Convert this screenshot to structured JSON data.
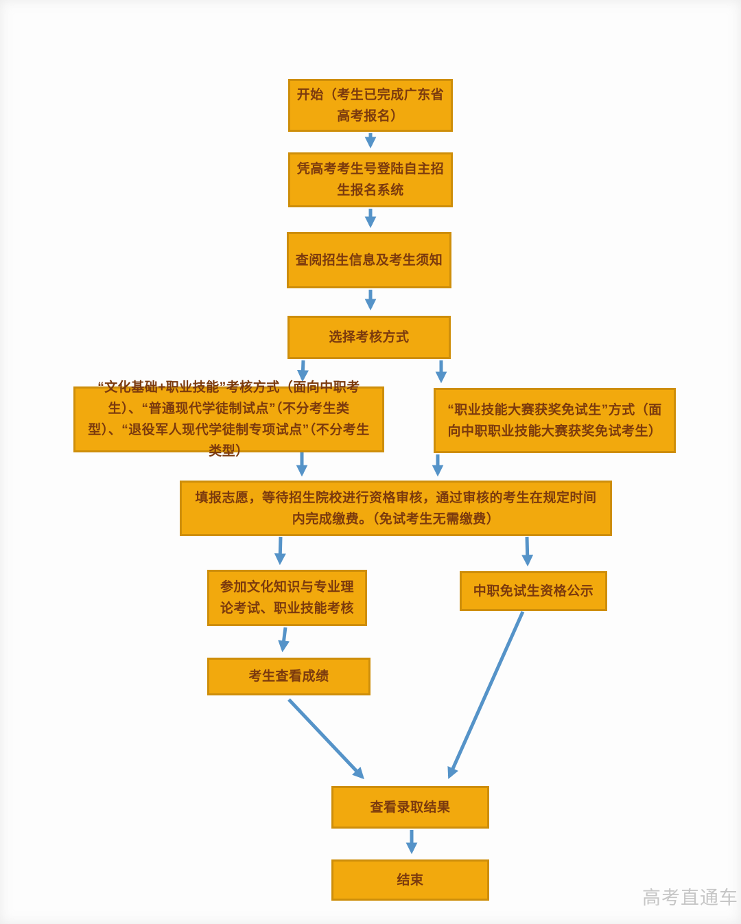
{
  "flowchart": {
    "nodes": {
      "start": "开始（考生已完成广东省高考报名）",
      "login": "凭高考考生号登陆自主招生报名系统",
      "read_info": "查阅招生信息及考生须知",
      "choose_method": "选择考核方式",
      "method_culture_skill": "“文化基础+职业技能”考核方式（面向中职考生）、“普通现代学徒制试点”（不分考生类型）、“退役军人现代学徒制专项试点”（不分考生类型）",
      "method_exempt": "“职业技能大赛获奖免试生”方式（面向中职职业技能大赛获奖免试考生）",
      "apply_pay": "填报志愿，等待招生院校进行资格审核，通过审核的考生在规定时间内完成缴费。（免试考生无需缴费）",
      "take_exam": "参加文化知识与专业理论考试、职业技能考核",
      "publicity": "中职免试生资格公示",
      "check_score": "考生查看成绩",
      "check_result": "查看录取结果",
      "end": "结束"
    },
    "watermark": "高考直通车",
    "colors": {
      "node_fill": "#F2A90D",
      "node_border": "#CE8E0A",
      "node_text": "#7B3A0E",
      "arrow": "#5593C8",
      "watermark_text": "#C6C6C6",
      "background": "#FDFDFD"
    }
  }
}
